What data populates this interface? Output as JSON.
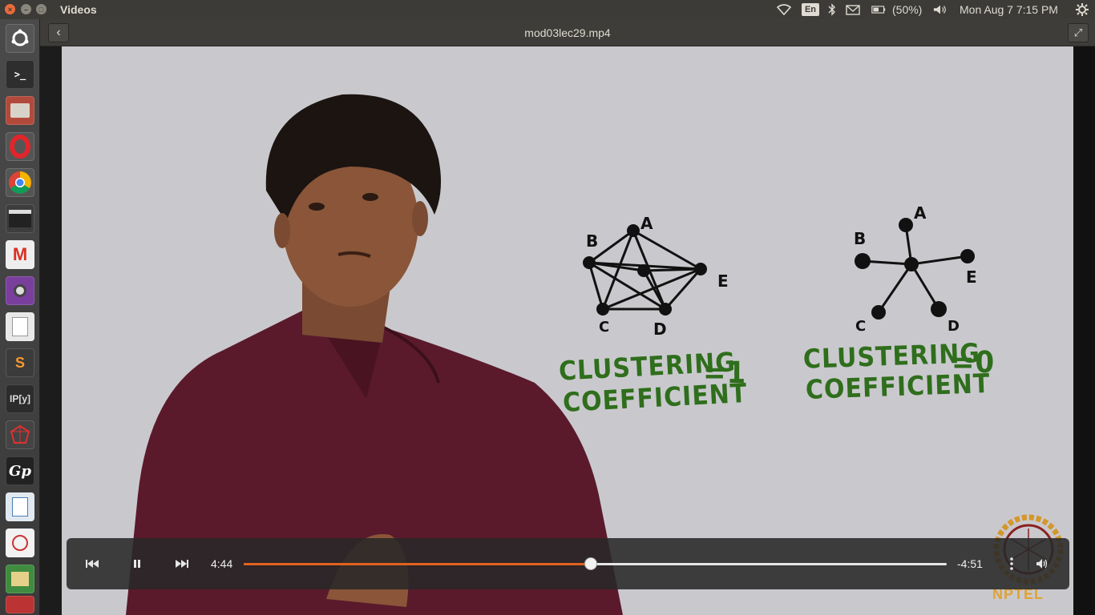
{
  "panel": {
    "app_title": "Videos",
    "keyboard_layout": "En",
    "battery": "(50%)",
    "clock": "Mon Aug  7  7:15 PM",
    "icons": [
      "wifi-icon",
      "keyboard-icon",
      "bluetooth-icon",
      "mail-icon",
      "battery-icon",
      "volume-icon",
      "settings-gear-icon"
    ]
  },
  "launcher": {
    "items": [
      "ubuntu-dash",
      "terminal",
      "files",
      "opera",
      "chrome",
      "video-editor",
      "gmail",
      "webcam",
      "text-editor",
      "sublime-text",
      "ipython",
      "network-app",
      "gp-app",
      "document-viewer",
      "pdf-app",
      "archive-app",
      "stack-app"
    ],
    "labels": {
      "sublime": "S",
      "ipython": "IP[y]",
      "gp": "Gp"
    }
  },
  "header": {
    "file_title": "mod03lec29.mp4",
    "back_symbol": "‹",
    "fullscreen_symbol": "⤢"
  },
  "slide": {
    "graph1_nodes": [
      "A",
      "B",
      "C",
      "D",
      "E"
    ],
    "graph2_nodes": [
      "A",
      "B",
      "C",
      "D",
      "E"
    ],
    "left_line1": "CLUSTERING",
    "left_line2": "COEFFICIENT",
    "left_value": "=1",
    "right_line1": "CLUSTERING",
    "right_line2": "COEFFICIENT",
    "right_value": "=0",
    "logo_text": "NPTEL",
    "ink_color": "#2f6e1c"
  },
  "player": {
    "elapsed": "4:44",
    "remaining": "-4:51",
    "progress": 0.494,
    "accent_color": "#e2621e",
    "buttons": [
      "previous-icon",
      "pause-icon",
      "next-icon",
      "more-options-icon",
      "volume-icon"
    ]
  }
}
